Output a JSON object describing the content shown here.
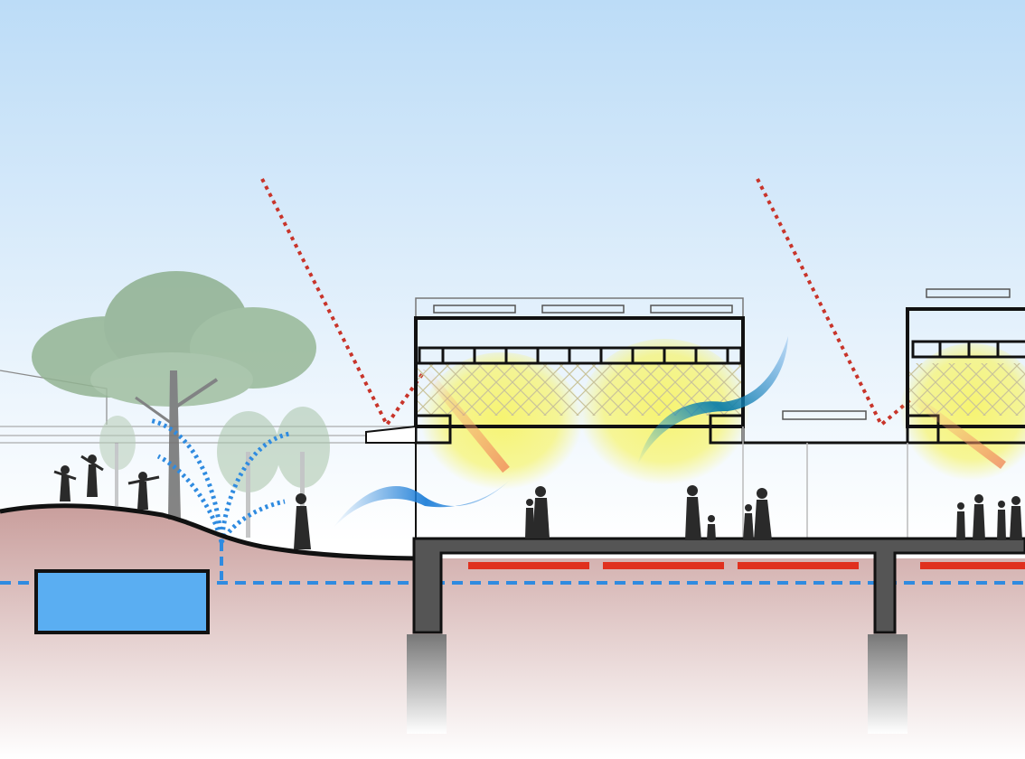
{
  "diagram": {
    "kind": "architectural-section",
    "text_labels": [],
    "colors": {
      "sky_top": "#bcdcf7",
      "sky_bottom": "#ffffff",
      "ground": "#d6b4b2",
      "ground_fade": "#ffffff",
      "structure": "#111111",
      "slab_fill": "#555555",
      "pile": "#8c8c8c",
      "sun_ray": "#c8342a",
      "water": "#2f8be0",
      "tank": "#5aaef2",
      "air_flow": "#1f7fd8",
      "daylight": "#f7f46a",
      "floor_heating": "#e0301e",
      "tree": "#93b493",
      "people": "#2a2a2a"
    },
    "elements": {
      "building_count": 2,
      "roof_vents_per_building": 3,
      "people_groups": 6,
      "heating_strips": 4
    },
    "icons": [
      "sun-ray-icon",
      "air-flow-icon",
      "water-drop-icon",
      "tree-icon",
      "person-icon"
    ]
  }
}
